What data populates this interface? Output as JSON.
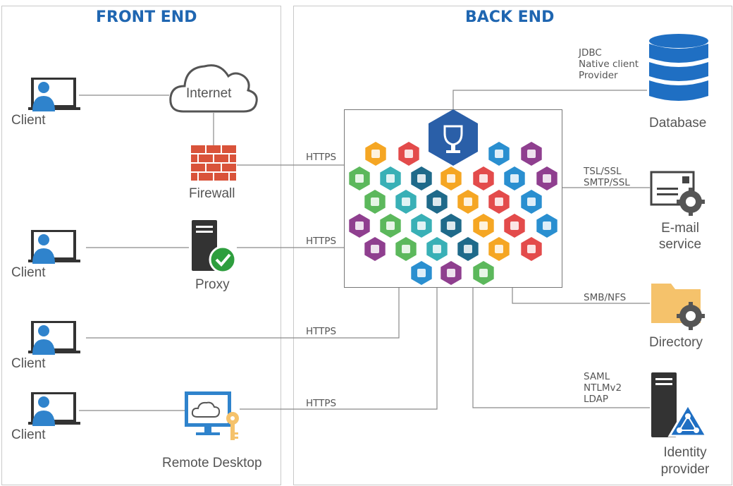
{
  "sections": {
    "front": "FRONT END",
    "back": "BACK END"
  },
  "front": {
    "client_label": "Client",
    "internet": "Internet",
    "firewall": "Firewall",
    "proxy": "Proxy",
    "remote_desktop": "Remote Desktop"
  },
  "protocols": {
    "https": "HTTPS",
    "db": [
      "JDBC",
      "Native client",
      "Provider"
    ],
    "email": [
      "TSL/SSL",
      "SMTP/SSL"
    ],
    "dir": "SMB/NFS",
    "idp": [
      "SAML",
      "NTLMv2",
      "LDAP"
    ]
  },
  "back": {
    "database": "Database",
    "email_line1": "E-mail",
    "email_line2": "service",
    "directory": "Directory",
    "idp_line1": "Identity",
    "idp_line2": "provider"
  },
  "colors": {
    "accent": "#1f66b1",
    "line": "#8a8a8a",
    "firewall": "#d9533a",
    "proxy_check": "#2e9e3e",
    "folder": "#f5c26b",
    "gear": "#555555"
  }
}
